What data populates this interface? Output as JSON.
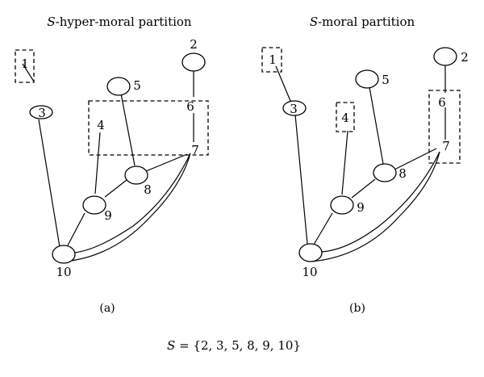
{
  "panel_a": {
    "title_var": "S",
    "title_rest": "-hyper-moral partition",
    "caption": "(a)",
    "labels": {
      "n1": "1",
      "n2": "2",
      "n3": "3",
      "n4": "4",
      "n5": "5",
      "n6": "6",
      "n7": "7",
      "n8": "8",
      "n9": "9",
      "n10": "10"
    }
  },
  "panel_b": {
    "title_var": "S",
    "title_rest": "-moral partition",
    "caption": "(b)",
    "labels": {
      "n1": "1",
      "n2": "2",
      "n3": "3",
      "n4": "4",
      "n5": "5",
      "n6": "6",
      "n7": "7",
      "n8": "8",
      "n9": "9",
      "n10": "10"
    }
  },
  "set_definition": {
    "var": "S",
    "rest": " = {2, 3, 5, 8, 9, 10}"
  }
}
